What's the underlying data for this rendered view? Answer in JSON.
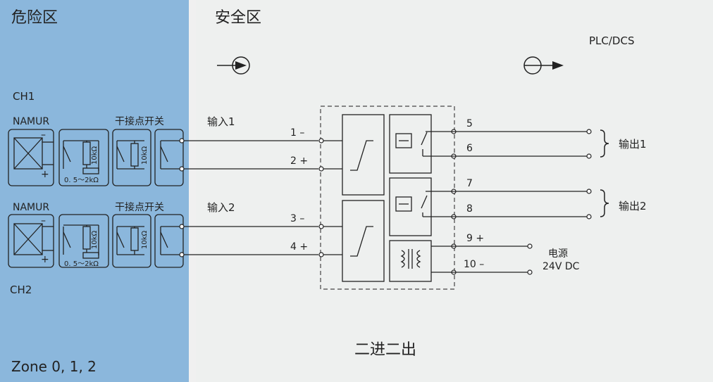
{
  "zones": {
    "hazard_title": "危险区",
    "safe_title": "安全区",
    "zone_label": "Zone  0, 1, 2"
  },
  "colors": {
    "hazard_bg": "#8bb7dc",
    "safe_bg": "#eef0ef",
    "line": "#222222"
  },
  "plc_label": "PLC/DCS",
  "channels": [
    {
      "ch_label": "CH1",
      "namur_label": "NAMUR",
      "dry_contact_label": "干接点开关",
      "resistor_label": "10kΩ",
      "range_label": "0. 5～2kΩ",
      "input_label": "输入1",
      "terminal_a": "1 –",
      "terminal_b": "2 +"
    },
    {
      "ch_label": "CH2",
      "namur_label": "NAMUR",
      "dry_contact_label": "干接点开关",
      "resistor_label": "10kΩ",
      "range_label": "0. 5～2kΩ",
      "input_label": "输入2",
      "terminal_a": "3 –",
      "terminal_b": "4 +"
    }
  ],
  "outputs": [
    {
      "label": "输出1",
      "terminal_a": "5",
      "terminal_b": "6"
    },
    {
      "label": "输出2",
      "terminal_a": "7",
      "terminal_b": "8"
    }
  ],
  "power": {
    "terminal_pos": "9  +",
    "terminal_neg": "10 –",
    "label_line1": "电源",
    "label_line2": "24V DC"
  },
  "caption": "二进二出"
}
